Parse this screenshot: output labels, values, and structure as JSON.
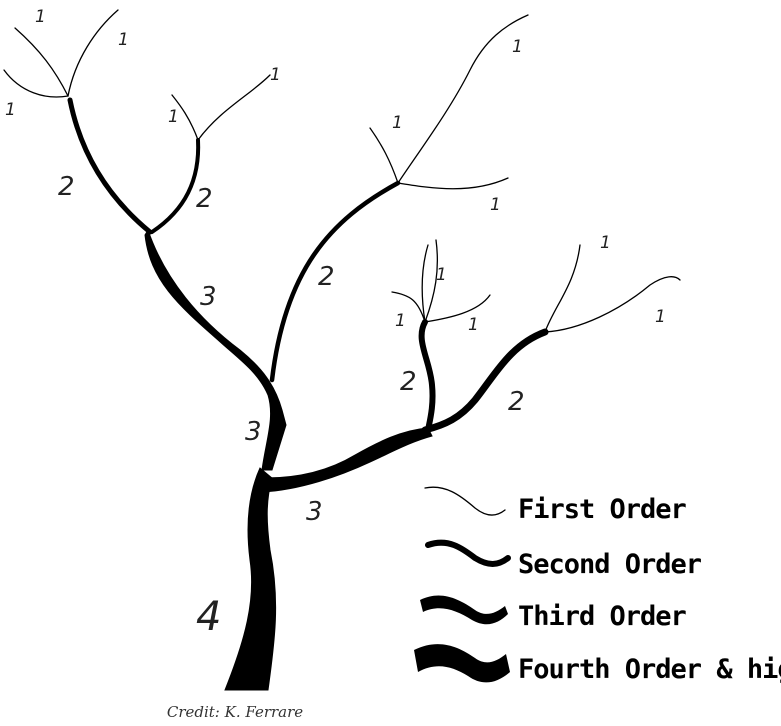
{
  "legend": {
    "first": "First Order",
    "second": "Second Order",
    "third": "Third Order",
    "fourth": "Fourth Order & higher"
  },
  "labels": {
    "order1": "1",
    "order2": "2",
    "order3": "3",
    "order4": "4"
  },
  "credit": "Credit: K. Ferrare",
  "colors": {
    "ink": "#000000",
    "background": "#ffffff"
  }
}
